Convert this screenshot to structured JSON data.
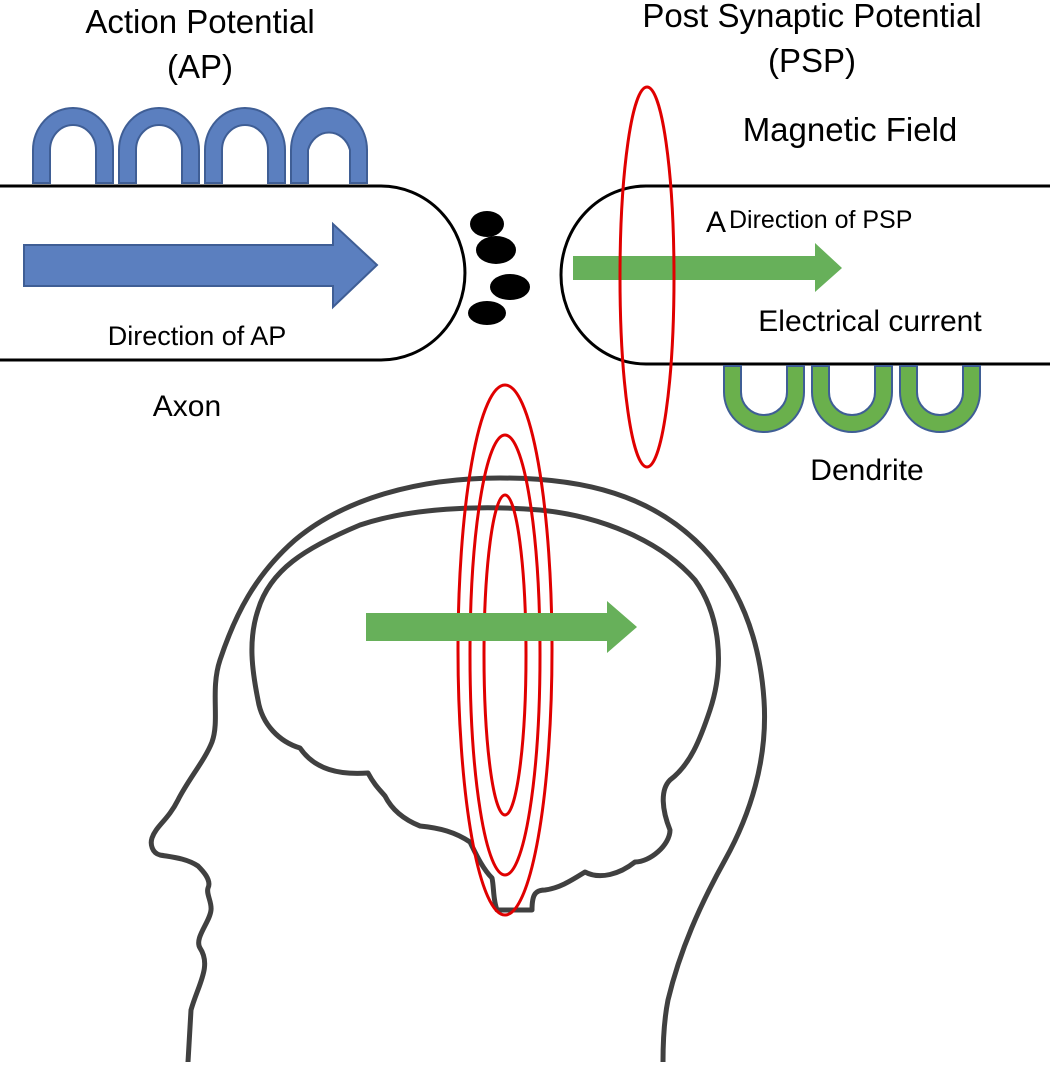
{
  "labels": {
    "ap_title_line1": "Action Potential",
    "ap_title_line2": "(AP)",
    "psp_title_line1": "Post Synaptic Potential",
    "psp_title_line2": "(PSP)",
    "magnetic_field": "Magnetic Field",
    "direction_of_psp_prefix": "A",
    "direction_of_psp": "Direction of PSP",
    "electrical_current": "Electrical current",
    "direction_of_ap": "Direction of AP",
    "axon": "Axon",
    "dendrite": "Dendrite"
  },
  "colors": {
    "ap_blue": "#5b7fbf",
    "ap_blue_stroke": "#3f5e95",
    "current_green": "#67b05a",
    "dendrite_green": "#6ab04c",
    "dendrite_stroke": "#3f5e95",
    "field_red": "#e00000",
    "head_outline": "#404040",
    "membrane_black": "#000000"
  },
  "icons": {
    "ap_bumps": "arch-bumps",
    "dendrite_bumps": "u-cup-bumps",
    "vesicles": "neurotransmitter-dots",
    "head": "head-silhouette-icon",
    "field_rings": "magnetic-field-rings"
  }
}
